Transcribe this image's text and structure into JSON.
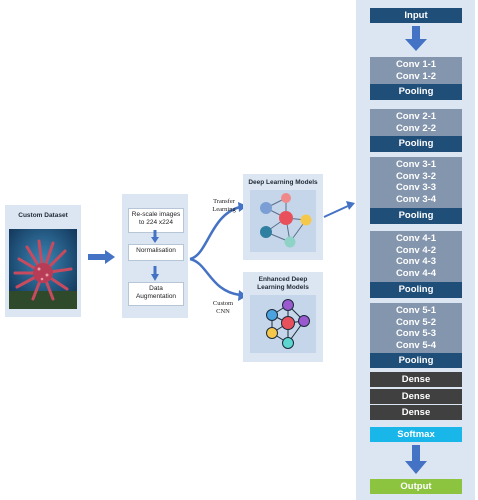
{
  "dataset": {
    "title": "Custom Dataset"
  },
  "preprocess": {
    "steps": [
      "Re-scale images to 224 x224",
      "Normalisation",
      "Data Augmentation"
    ]
  },
  "branches": {
    "transfer_label": "Transfer Learning",
    "custom_label": "Custom CNN",
    "dl_models_title": "Deep Learning Models",
    "enhanced_title": "Enhanced Deep Learning Models"
  },
  "network": {
    "input": "Input",
    "blocks": [
      {
        "convs": [
          "Conv 1-1",
          "Conv 1-2"
        ],
        "pool": "Pooling"
      },
      {
        "convs": [
          "Conv 2-1",
          "Conv 2-2"
        ],
        "pool": "Pooling"
      },
      {
        "convs": [
          "Conv 3-1",
          "Conv 3-2",
          "Conv 3-3",
          "Conv 3-4"
        ],
        "pool": "Pooling"
      },
      {
        "convs": [
          "Conv 4-1",
          "Conv 4-2",
          "Conv 4-3",
          "Conv 4-4"
        ],
        "pool": "Pooling"
      },
      {
        "convs": [
          "Conv 5-1",
          "Conv 5-2",
          "Conv 5-3",
          "Conv 5-4"
        ],
        "pool": "Pooling"
      }
    ],
    "dense": [
      "Dense",
      "Dense",
      "Dense"
    ],
    "softmax": "Softmax",
    "output": "Output"
  },
  "colors": {
    "panel": "#dbe6f2",
    "input": "#1f4e79",
    "conv": "#8496ad",
    "pooling": "#1f4e79",
    "dense": "#404040",
    "softmax": "#19b6ea",
    "output": "#8cc43f",
    "arrow": "#4472c4"
  }
}
